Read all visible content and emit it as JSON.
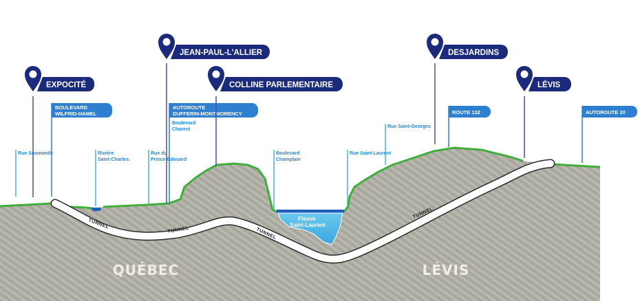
{
  "title": "Profil en coupe du tunnel Québec–Lévis",
  "colors": {
    "station_navy": "#1b2a7a",
    "road_blue": "#2f7fd0",
    "street_blue": "#29a3e8",
    "ground": "#a9a89e",
    "ground_stripe": "#bcbbb2",
    "grass": "#3fae3a",
    "water_light": "#5ec3ea",
    "water_dark": "#1f5fb8",
    "tunnel": "#ffffff",
    "city_text": "#f1ede2"
  },
  "stations": [
    {
      "name": "EXPOCITÉ"
    },
    {
      "name": "JEAN-PAUL-L'ALLIER"
    },
    {
      "name": "COLLINE PARLEMENTAIRE"
    },
    {
      "name": "DESJARDINS"
    },
    {
      "name": "LÉVIS"
    }
  ],
  "roads": [
    {
      "lines": [
        "BOULEVARD",
        "WILFRID-HAMEL"
      ]
    },
    {
      "lines": [
        "AUTOROUTE",
        "DUFFERIN-MONTMORENCY"
      ]
    },
    {
      "lines": [
        "ROUTE 132"
      ]
    },
    {
      "lines": [
        "AUTOROUTE 20"
      ]
    }
  ],
  "streets": [
    {
      "lines": [
        "Rue Soumande"
      ]
    },
    {
      "lines": [
        "Rivière",
        "Saint-Charles"
      ]
    },
    {
      "lines": [
        "Rue du",
        "Prince-Édouard"
      ]
    },
    {
      "lines": [
        "Boulevard",
        "Charest"
      ]
    },
    {
      "lines": [
        "Boulevard",
        "Champlain"
      ]
    },
    {
      "lines": [
        "Rue Saint-Laurent"
      ]
    },
    {
      "lines": [
        "Rue Saint-Georges"
      ]
    }
  ],
  "water": {
    "lines": [
      "Fleuve",
      "Saint-Laurent"
    ]
  },
  "tunnel_label": "TUNNEL",
  "cities": [
    {
      "name": "QUÉBEC"
    },
    {
      "name": "LÉVIS"
    }
  ]
}
